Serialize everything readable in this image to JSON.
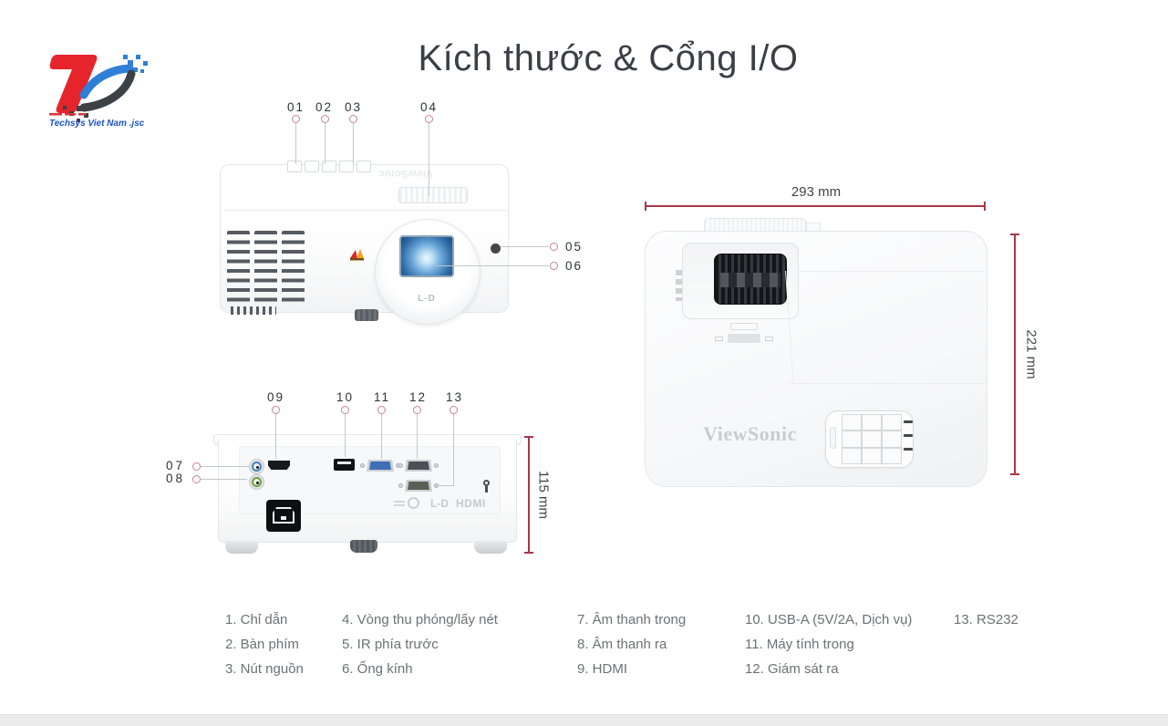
{
  "title": "Kích thước & Cổng I/O",
  "logo": {
    "tagline": "Techsys Viet Nam .jsc"
  },
  "product": {
    "brand": "ViewSonic",
    "lens_badge": "L-D"
  },
  "front_view": {
    "callouts": [
      "01",
      "02",
      "03",
      "04",
      "05",
      "06"
    ]
  },
  "top_view": {
    "width_label": "293 mm",
    "height_label": "221 mm"
  },
  "rear_view": {
    "callouts": [
      "07",
      "08",
      "09",
      "10",
      "11",
      "12",
      "13"
    ],
    "height_label": "115 mm",
    "badges": [
      "L-D",
      "HDMI"
    ]
  },
  "legend": {
    "columns": [
      [
        "1. Chỉ dẫn",
        "2. Bàn phím",
        "3. Nút nguồn"
      ],
      [
        "4. Vòng thu phóng/lấy nét",
        "5. IR phía trước",
        "6. Ống kính"
      ],
      [
        "7. Âm thanh trong",
        "8. Âm thanh ra",
        "9. HDMI"
      ],
      [
        "10. USB-A (5V/2A, Dịch vụ)",
        "11. Máy tính trong",
        "12. Giám sát ra"
      ],
      [
        "13. RS232"
      ]
    ]
  },
  "colors": {
    "dimension_line": "#a83648",
    "callout_ring": "#c5848e"
  }
}
